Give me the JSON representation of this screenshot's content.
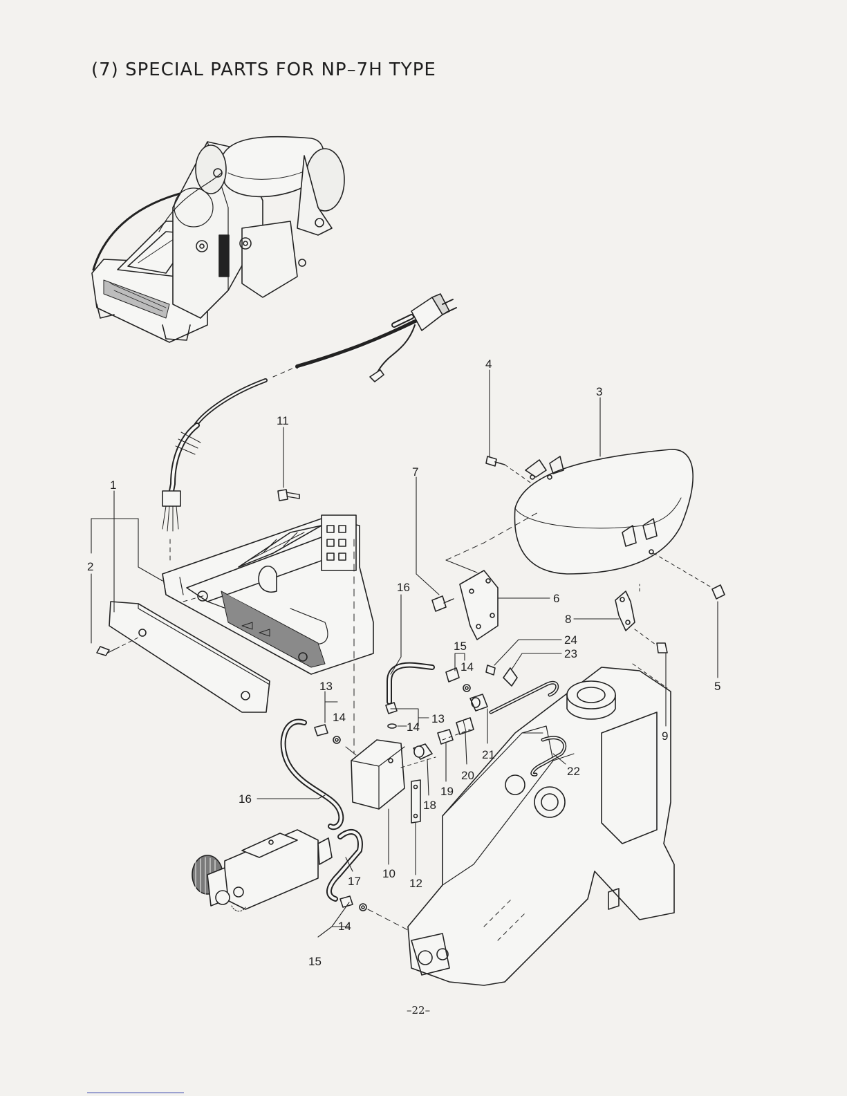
{
  "document": {
    "title": "(7)  SPECIAL PARTS FOR NP–7H TYPE",
    "page_number": "–22–"
  },
  "callouts": [
    {
      "id": "c1",
      "text": "1"
    },
    {
      "id": "c2",
      "text": "2"
    },
    {
      "id": "c3",
      "text": "3"
    },
    {
      "id": "c4",
      "text": "4"
    },
    {
      "id": "c5",
      "text": "5"
    },
    {
      "id": "c6",
      "text": "6"
    },
    {
      "id": "c7",
      "text": "7"
    },
    {
      "id": "c8",
      "text": "8"
    },
    {
      "id": "c9",
      "text": "9"
    },
    {
      "id": "c10",
      "text": "10"
    },
    {
      "id": "c11",
      "text": "11"
    },
    {
      "id": "c12",
      "text": "12"
    },
    {
      "id": "c13a",
      "text": "13"
    },
    {
      "id": "c13b",
      "text": "13"
    },
    {
      "id": "c14a",
      "text": "14"
    },
    {
      "id": "c14b",
      "text": "14"
    },
    {
      "id": "c14c",
      "text": "14"
    },
    {
      "id": "c14d",
      "text": "14"
    },
    {
      "id": "c15a",
      "text": "15"
    },
    {
      "id": "c15b",
      "text": "15"
    },
    {
      "id": "c16a",
      "text": "16"
    },
    {
      "id": "c16b",
      "text": "16"
    },
    {
      "id": "c17",
      "text": "17"
    },
    {
      "id": "c18",
      "text": "18"
    },
    {
      "id": "c19",
      "text": "19"
    },
    {
      "id": "c20",
      "text": "20"
    },
    {
      "id": "c21",
      "text": "21"
    },
    {
      "id": "c22",
      "text": "22"
    },
    {
      "id": "c23",
      "text": "23"
    },
    {
      "id": "c24",
      "text": "24"
    }
  ]
}
